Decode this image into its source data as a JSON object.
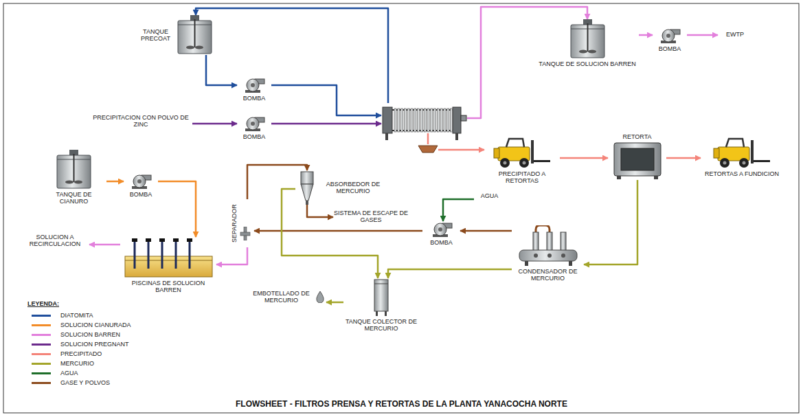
{
  "diagram": {
    "title": "FLOWSHEET - FILTROS PRENSA Y RETORTAS DE LA PLANTA YANACOCHA NORTE",
    "nodes": [
      {
        "text": [
          "TANQUE PRECOAT"
        ]
      },
      {
        "text": [
          "BOMBA"
        ]
      },
      {
        "text": [
          "PRECIPITACION CON POLVO DE ZINC"
        ]
      },
      {
        "text": [
          "BOMBA"
        ]
      },
      {
        "text": []
      },
      {
        "text": [
          "TANQUE DE SOLUCION BARREN"
        ]
      },
      {
        "text": [
          "BOMBA"
        ]
      },
      {
        "text": [
          "EWTP"
        ]
      },
      {
        "text": [
          "PRECIPITADO A RETORTAS"
        ]
      },
      {
        "text": [
          "RETORTA"
        ]
      },
      {
        "text": [
          "RETORTAS A FUNDICION"
        ]
      },
      {
        "text": [
          "TANQUE DE CIANURO"
        ]
      },
      {
        "text": [
          "BOMBA"
        ]
      },
      {
        "text": [
          "SOLUCION A RECIRCULACION"
        ]
      },
      {
        "text": [
          "PISCINAS DE SOLUCION BARREN"
        ]
      },
      {
        "text": [
          "SEPARADOR"
        ]
      },
      {
        "text": [
          "ABSORBEDOR DE MERCURIO"
        ]
      },
      {
        "text": [
          "SISTEMA DE ESCAPE DE GASES"
        ]
      },
      {
        "text": [
          "AGUA"
        ]
      },
      {
        "text": [
          "BOMBA"
        ]
      },
      {
        "text": [
          "CONDENSADOR DE MERCURIO"
        ]
      },
      {
        "text": [
          "TANQUE COLECTOR DE MERCURIO"
        ]
      },
      {
        "text": [
          "EMBOTELLADO DE MERCURIO"
        ]
      }
    ],
    "edges": [
      {
        "from": 0,
        "to": 1,
        "arrow": "to"
      },
      {
        "from": 1,
        "to": 4,
        "arrow": "to"
      },
      {
        "from": 4,
        "to": 0,
        "arrow": "to"
      },
      {
        "from": 2,
        "to": 3,
        "arrow": "to"
      },
      {
        "from": 3,
        "to": 4,
        "arrow": "to"
      },
      {
        "from": 4,
        "to": 5,
        "arrow": "to"
      },
      {
        "from": 5,
        "to": 6,
        "arrow": "to"
      },
      {
        "from": 6,
        "to": 7,
        "arrow": "to"
      },
      {
        "from": 4,
        "to": 8,
        "arrow": "to"
      },
      {
        "from": 8,
        "to": 9,
        "arrow": "to"
      },
      {
        "from": 9,
        "to": 10,
        "arrow": "to"
      },
      {
        "from": 11,
        "to": 12,
        "arrow": "to"
      },
      {
        "from": 12,
        "to": 14,
        "arrow": "to"
      },
      {
        "from": 14,
        "to": 13,
        "arrow": "to"
      },
      {
        "from": 15,
        "to": 14,
        "arrow": "to"
      },
      {
        "from": 15,
        "to": 16,
        "arrow": "to"
      },
      {
        "from": 16,
        "to": 17,
        "arrow": "to"
      },
      {
        "from": 19,
        "to": 15,
        "arrow": "to"
      },
      {
        "from": 20,
        "to": 19,
        "arrow": "to"
      },
      {
        "from": 18,
        "to": 19,
        "arrow": "to"
      },
      {
        "from": 9,
        "to": 20,
        "arrow": "to"
      },
      {
        "from": 16,
        "to": 21,
        "arrow": "to"
      },
      {
        "from": 20,
        "to": 21,
        "arrow": "to"
      },
      {
        "from": 21,
        "to": 22,
        "arrow": "to"
      }
    ],
    "labels": [
      "LEYENDA:"
    ],
    "legend": [
      {
        "text": "DIATOMITA",
        "color": "#1f4e9c"
      },
      {
        "text": "SOLUCION CIANURADA",
        "color": "#f28c28"
      },
      {
        "text": "SOLUCION BARREN",
        "color": "#e27fdc"
      },
      {
        "text": "SOLUCION PREGNANT",
        "color": "#6b2a8c"
      },
      {
        "text": "PRECIPITADO",
        "color": "#f4847a"
      },
      {
        "text": "MERCURIO",
        "color": "#a3a52a"
      },
      {
        "text": "AGUA",
        "color": "#1e6e2a"
      },
      {
        "text": "GASE Y POLVOS",
        "color": "#8b4a1c"
      }
    ]
  }
}
